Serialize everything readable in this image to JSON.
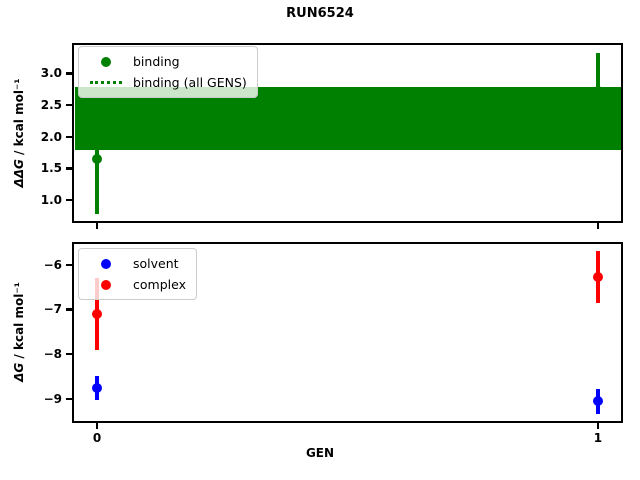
{
  "title": "RUN6524",
  "colors": {
    "binding": "#008000",
    "solvent": "#0000ff",
    "complex": "#ff0000",
    "spine": "#000000",
    "legend_border": "#cccccc"
  },
  "chart_data": [
    {
      "type": "scatter",
      "name": "binding-plot",
      "ylabel_math": "ΔΔG",
      "ylabel_rest": " / kcal mol⁻¹",
      "ylim": [
        0.64,
        3.48
      ],
      "yticks": [
        1.0,
        1.5,
        2.0,
        2.5,
        3.0
      ],
      "ytick_labels": [
        "1.0",
        "1.5",
        "2.0",
        "2.5",
        "3.0"
      ],
      "xlim": [
        -0.05,
        1.05
      ],
      "xticks": [
        0,
        1
      ],
      "grid": false,
      "legend_position": "upper left",
      "series": [
        {
          "name": "binding",
          "color": "#008000",
          "marker": "circle",
          "x": [
            0,
            1
          ],
          "y": [
            1.65,
            2.72
          ],
          "yerr": [
            0.87,
            0.6
          ]
        }
      ],
      "band": {
        "name": "binding (all GENS)",
        "color": "#008000",
        "lo": 1.79,
        "hi": 2.79,
        "center": 2.29
      },
      "legend": [
        {
          "label": "binding",
          "marker": "dot",
          "color": "#008000"
        },
        {
          "label": "binding (all GENS)",
          "marker": "dotted-line",
          "color": "#008000"
        }
      ]
    },
    {
      "type": "scatter",
      "name": "dg-plot",
      "ylabel_math": "ΔG",
      "ylabel_rest": " / kcal mol⁻¹",
      "xlabel": "GEN",
      "ylim": [
        -9.54,
        -5.49
      ],
      "yticks": [
        -6,
        -7,
        -8,
        -9
      ],
      "ytick_labels": [
        "−6",
        "−7",
        "−8",
        "−9"
      ],
      "xlim": [
        -0.05,
        1.05
      ],
      "xticks": [
        0,
        1
      ],
      "xtick_labels": [
        "0",
        "1"
      ],
      "grid": false,
      "legend_position": "upper left",
      "series": [
        {
          "name": "solvent",
          "color": "#0000ff",
          "marker": "circle",
          "x": [
            0,
            1
          ],
          "y": [
            -8.75,
            -9.05
          ],
          "yerr": [
            0.27,
            0.28
          ]
        },
        {
          "name": "complex",
          "color": "#ff0000",
          "marker": "circle",
          "x": [
            0,
            1
          ],
          "y": [
            -7.1,
            -6.28
          ],
          "yerr": [
            0.8,
            0.58
          ]
        }
      ],
      "legend": [
        {
          "label": "solvent",
          "marker": "dot",
          "color": "#0000ff"
        },
        {
          "label": "complex",
          "marker": "dot",
          "color": "#ff0000"
        }
      ]
    }
  ]
}
